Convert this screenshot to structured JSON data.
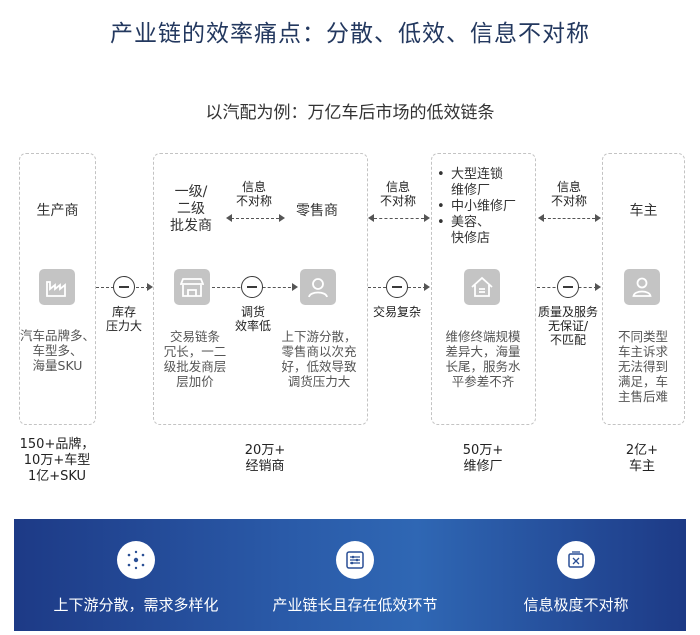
{
  "title": "产业链的效率痛点：分散、低效、信息不对称",
  "subtitle": "以汽配为例：万亿车后市场的低效链条",
  "nodes": {
    "producer": {
      "name": "生产商",
      "desc_lines": [
        "汽车品牌多、",
        "车型多、",
        "海量SKU"
      ],
      "icon": "factory-icon"
    },
    "wholesaler": {
      "name_lines": [
        "一级/",
        "二级",
        "批发商"
      ],
      "desc_lines": [
        "交易链条",
        "冗长，一二",
        "级批发商层",
        "层加价"
      ],
      "icon": "store-icon"
    },
    "retailer": {
      "name": "零售商",
      "desc_lines": [
        "上下游分散，",
        "零售商以次充",
        "好，低效导致",
        "调货压力大"
      ],
      "icon": "person-icon"
    },
    "repair": {
      "bullets": [
        [
          "大型连锁",
          "维修厂"
        ],
        [
          "中小维修厂"
        ],
        [
          "美容、",
          "快修店"
        ]
      ],
      "desc_lines": [
        "维修终端规模",
        "差异大，海量",
        "长尾，服务水",
        "平参差不齐"
      ],
      "icon": "house-icon"
    },
    "owner": {
      "name": "车主",
      "desc_lines": [
        "不同类型",
        "车主诉求",
        "无法得到",
        "满足，车",
        "主售后难"
      ],
      "icon": "user-icon"
    }
  },
  "links": {
    "producer_wholesaler": {
      "pain_lines": [
        "库存",
        "压力大"
      ]
    },
    "wholesaler_retailer": {
      "top_lines": [
        "信息",
        "不对称"
      ],
      "pain_lines": [
        "调货",
        "效率低"
      ]
    },
    "retailer_repair": {
      "top_lines": [
        "信息",
        "不对称"
      ],
      "pain_lines": [
        "交易复杂"
      ]
    },
    "repair_owner": {
      "top_lines": [
        "信息",
        "不对称"
      ],
      "pain_lines": [
        "质量及服务",
        "无保证/",
        "不匹配"
      ]
    }
  },
  "counts": {
    "producer": [
      "150+品牌，",
      "10万+车型",
      "1亿+SKU"
    ],
    "dealer": [
      "20万+",
      "经销商"
    ],
    "repair": [
      "50万+",
      "维修厂"
    ],
    "owner": [
      "2亿+",
      "车主"
    ]
  },
  "banner": {
    "items": [
      {
        "label": "上下游分散，需求多样化",
        "icon": "scatter-icon"
      },
      {
        "label": "产业链长且存在低效环节",
        "icon": "sliders-icon"
      },
      {
        "label": "信息极度不对称",
        "icon": "info-box-icon"
      }
    ],
    "colors": {
      "start": "#1d3a86",
      "mid": "#2f67b4"
    }
  },
  "colors": {
    "title": "#23385f",
    "icon_gray": "#c4c4c4",
    "dashed_border": "#c3c3c3"
  }
}
